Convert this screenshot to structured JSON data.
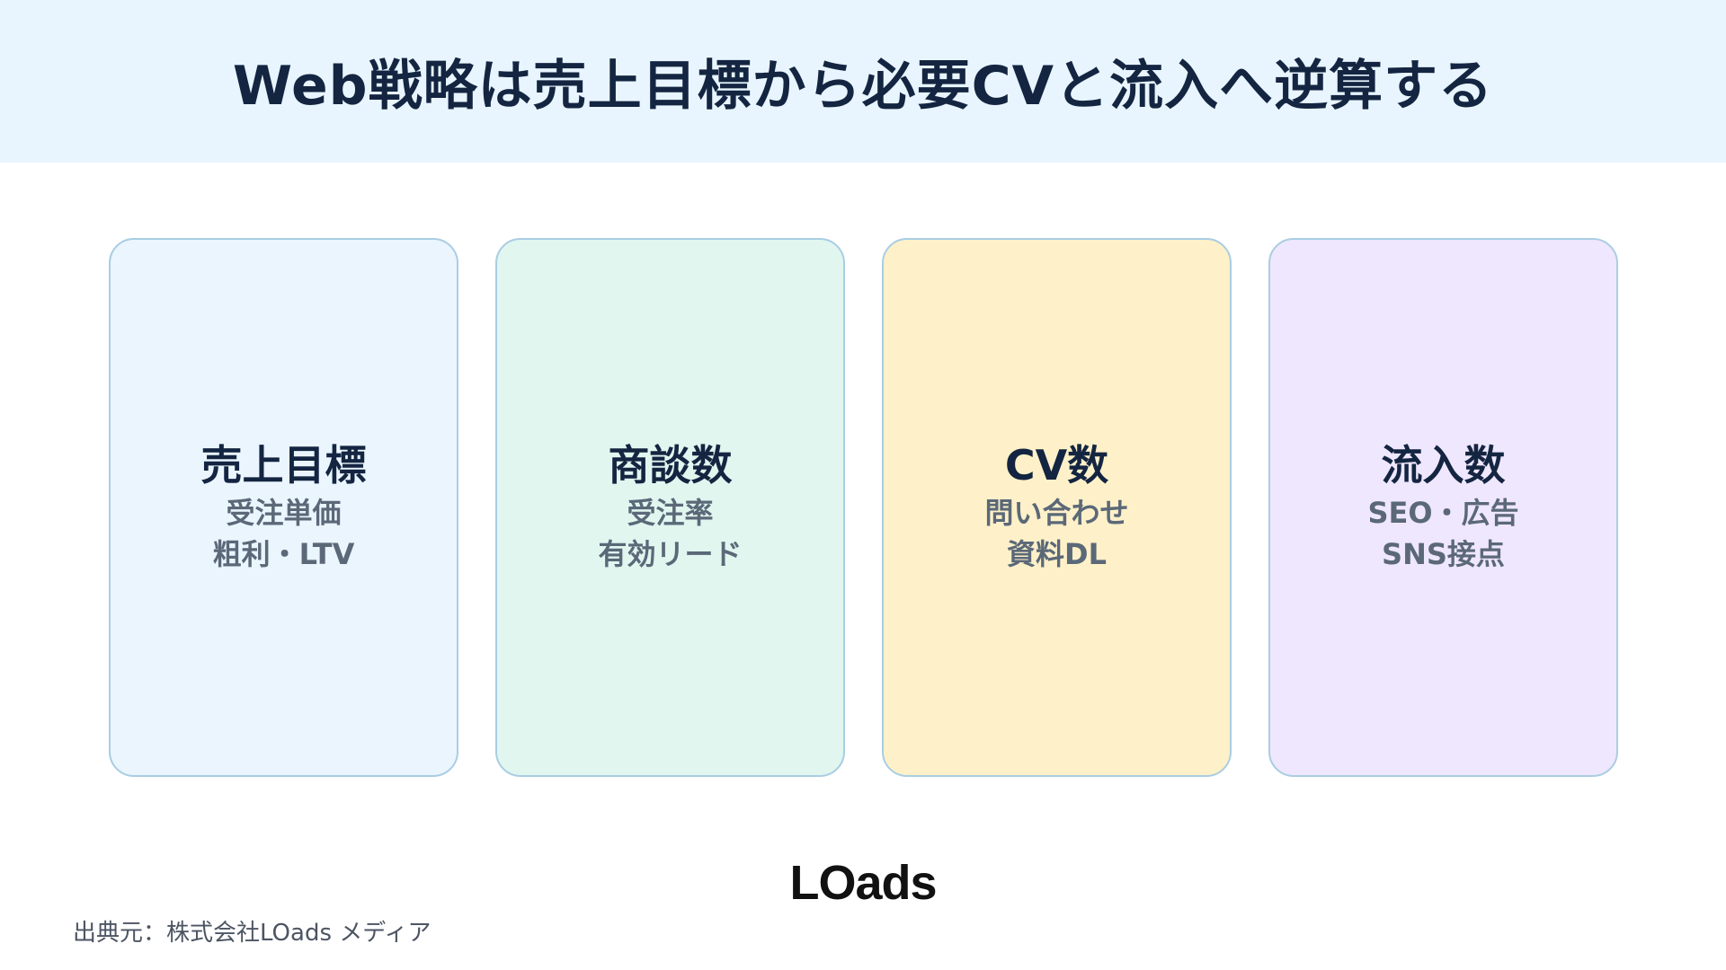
{
  "title": "Web戦略は売上目標から必要CVと流入へ逆算する",
  "colors": {
    "header_bg": "#e8f5fe",
    "title_text": "#142541",
    "sub_text": "#5b6878",
    "card_border": "#a9cde3"
  },
  "cards": [
    {
      "title": "売上目標",
      "lines": [
        "受注単価",
        "粗利・LTV"
      ],
      "bg": "#eaf5fe"
    },
    {
      "title": "商談数",
      "lines": [
        "受注率",
        "有効リード"
      ],
      "bg": "#e0f6ef"
    },
    {
      "title": "CV数",
      "lines": [
        "問い合わせ",
        "資料DL"
      ],
      "bg": "#fef1c9"
    },
    {
      "title": "流入数",
      "lines": [
        "SEO・広告",
        "SNS接点"
      ],
      "bg": "#efe7fd"
    }
  ],
  "logo": "LOads",
  "source": "出典元：株式会社LOads メディア"
}
